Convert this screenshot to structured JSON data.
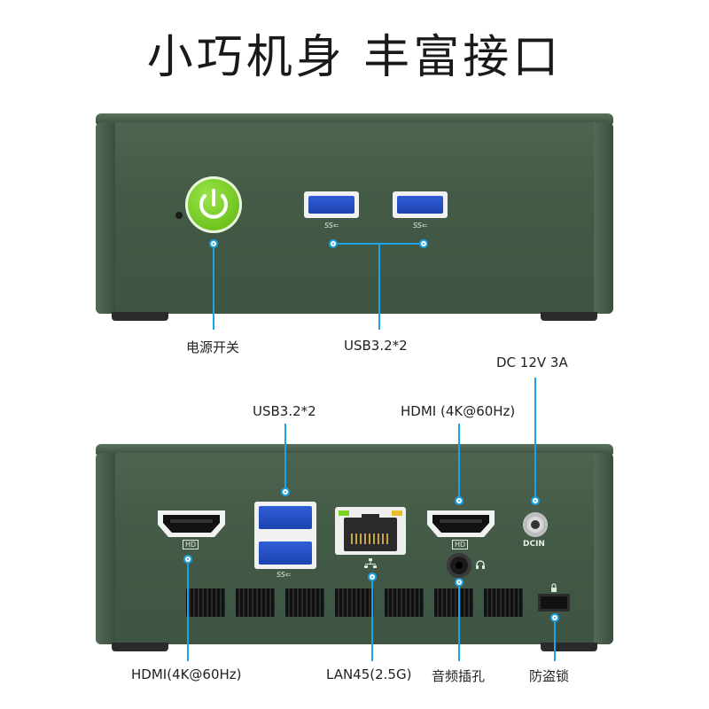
{
  "title": "小巧机身 丰富接口",
  "front": {
    "power_label": "电源开关",
    "usb_label": "USB3.2*2",
    "usb_badge": "SS⇐"
  },
  "rear": {
    "usb_label": "USB3.2*2",
    "hdmi_right_label": "HDMI (4K@60Hz)",
    "dc_label": "DC 12V 3A",
    "hdmi_left_label": "HDMI(4K@60Hz)",
    "lan_label": "LAN45(2.5G)",
    "audio_label": "音频插孔",
    "lock_label": "防盗锁",
    "hd_badge": "HD",
    "dcin_badge": "DCIN",
    "usb_badge": "SS⇐"
  },
  "colors": {
    "body": "#435a47",
    "callout": "#1aa3e6",
    "power_button": "#7ed321",
    "usb_port": "#2f5ed6"
  }
}
